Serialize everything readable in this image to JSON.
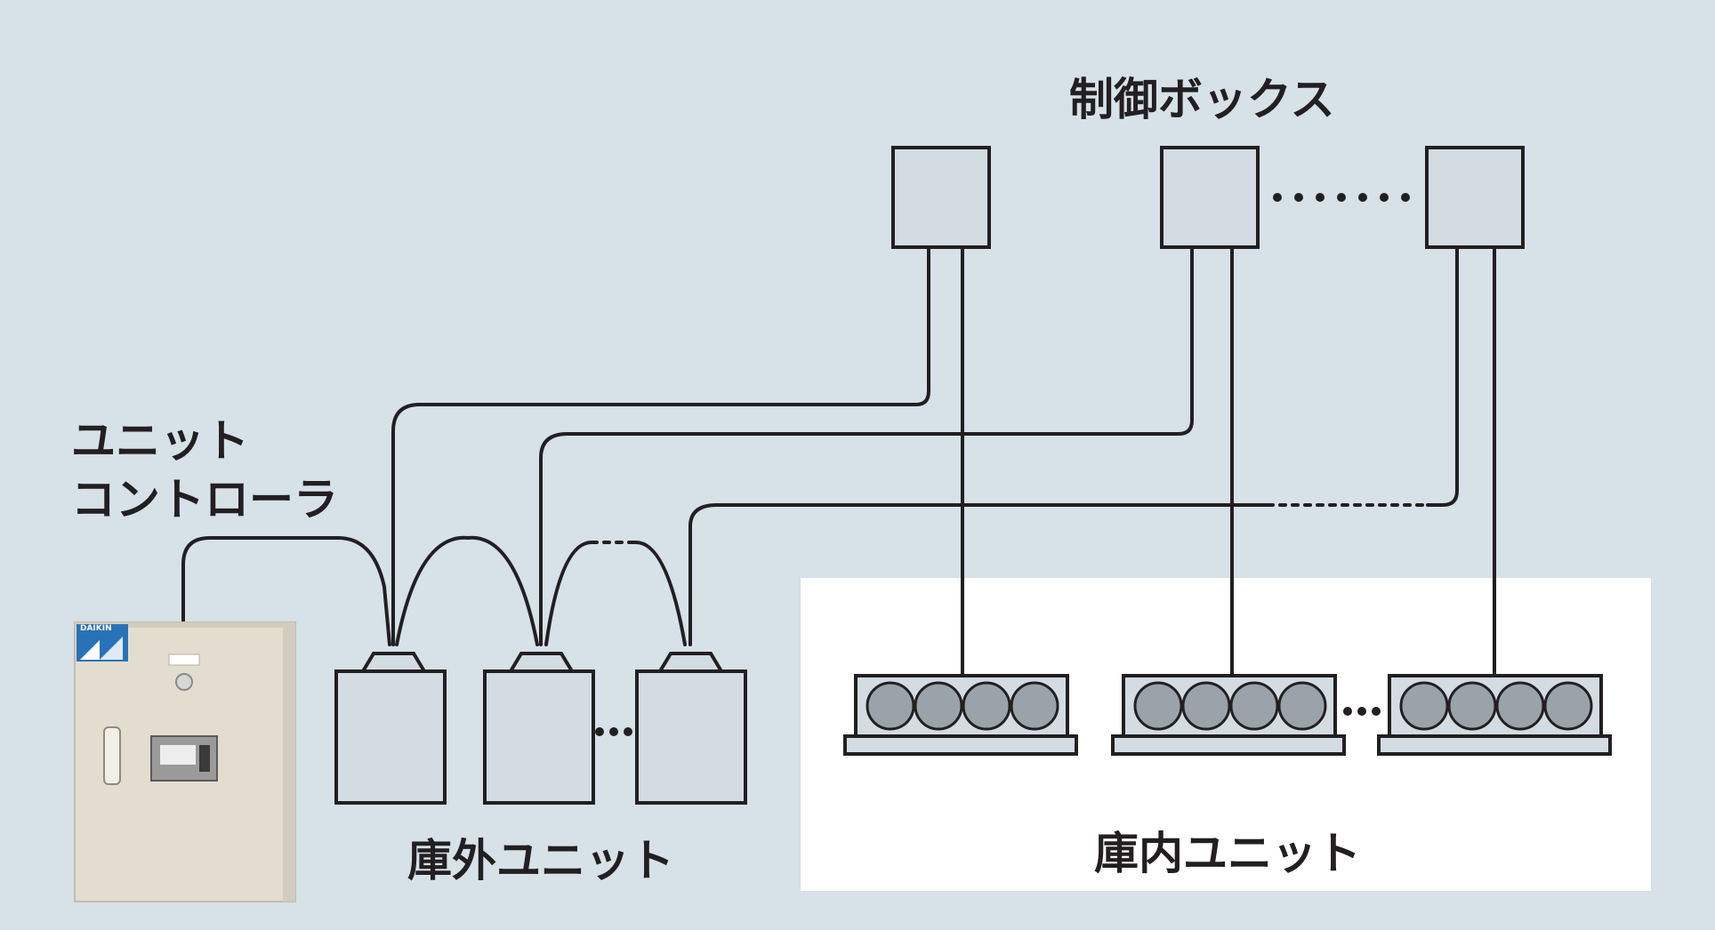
{
  "labels": {
    "control_box": "制御ボックス",
    "unit_controller_line1": "ユニット",
    "unit_controller_line2": "コントローラ",
    "outdoor_unit": "庫外ユニット",
    "indoor_unit": "庫内ユニット",
    "brand_mark": "DAIKIN"
  },
  "colors": {
    "background": "#d6e1e8",
    "unit_fill": "#d3dce2",
    "line": "#231f20",
    "indoor_area": "#ffffff",
    "cabinet": "#e3ddd0",
    "fan": "#9aa3a9"
  },
  "icons": [
    "daikin-logo-icon"
  ]
}
